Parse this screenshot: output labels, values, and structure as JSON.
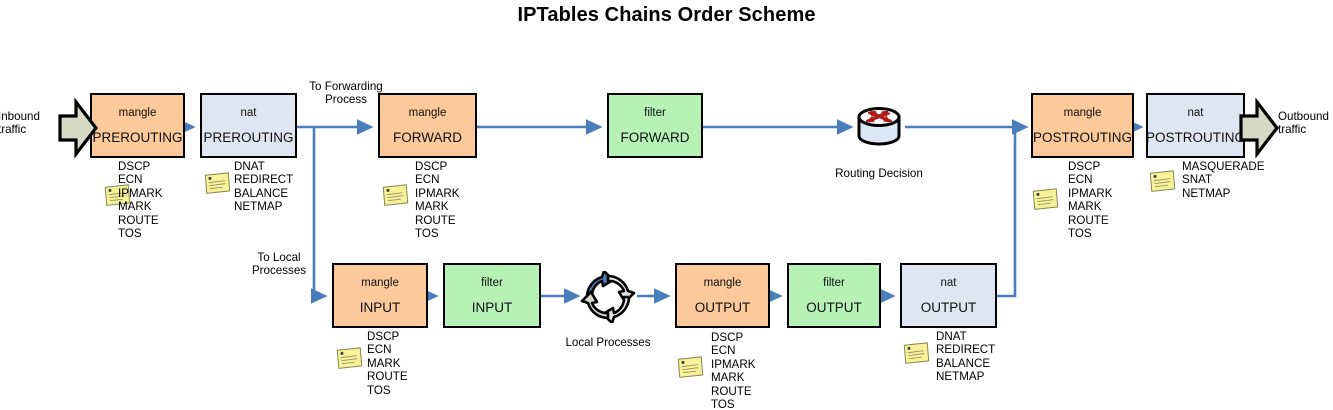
{
  "title": "IPTables Chains Order Scheme",
  "colors": {
    "mangle": "#fbc99a",
    "nat": "#dfe6f3",
    "filter": "#b6f2b6",
    "connector": "#4a7ebb",
    "border": "#000000",
    "fat_arrow_fill": "#d6d9c4",
    "sticky_note": "#f7f29a"
  },
  "endpoints": {
    "inbound": "Inbound\ntraffic",
    "outbound": "Outbound\ntraffic"
  },
  "edge_labels": {
    "to_forwarding": "To Forwarding\nProcess",
    "to_local": "To Local\nProcesses"
  },
  "icons": {
    "routing_decision": {
      "name": "routing-decision-icon",
      "label": "Routing Decision"
    },
    "local_processes": {
      "name": "local-processes-icon",
      "label": "Local Processes"
    }
  },
  "boxes": [
    {
      "id": "mangle-prerouting",
      "table": "mangle",
      "chain": "PREROUTING",
      "type": "mangle",
      "targets": [
        "DSCP",
        "ECN",
        "IPMARK",
        "MARK",
        "ROUTE",
        "TOS"
      ]
    },
    {
      "id": "nat-prerouting",
      "table": "nat",
      "chain": "PREROUTING",
      "type": "nat",
      "targets": [
        "DNAT",
        "REDIRECT",
        "BALANCE",
        "NETMAP"
      ]
    },
    {
      "id": "mangle-forward",
      "table": "mangle",
      "chain": "FORWARD",
      "type": "mangle",
      "targets": [
        "DSCP",
        "ECN",
        "IPMARK",
        "MARK",
        "ROUTE",
        "TOS"
      ]
    },
    {
      "id": "filter-forward",
      "table": "filter",
      "chain": "FORWARD",
      "type": "filter",
      "targets": []
    },
    {
      "id": "mangle-postrouting",
      "table": "mangle",
      "chain": "POSTROUTING",
      "type": "mangle",
      "targets": [
        "DSCP",
        "ECN",
        "IPMARK",
        "MARK",
        "ROUTE",
        "TOS"
      ]
    },
    {
      "id": "nat-postrouting",
      "table": "nat",
      "chain": "POSTROUTING",
      "type": "nat",
      "targets": [
        "MASQUERADE",
        "SNAT",
        "NETMAP"
      ]
    },
    {
      "id": "mangle-input",
      "table": "mangle",
      "chain": "INPUT",
      "type": "mangle",
      "targets": [
        "DSCP",
        "ECN",
        "MARK",
        "ROUTE",
        "TOS"
      ]
    },
    {
      "id": "filter-input",
      "table": "filter",
      "chain": "INPUT",
      "type": "filter",
      "targets": []
    },
    {
      "id": "mangle-output",
      "table": "mangle",
      "chain": "OUTPUT",
      "type": "mangle",
      "targets": [
        "DSCP",
        "ECN",
        "IPMARK",
        "MARK",
        "ROUTE",
        "TOS"
      ]
    },
    {
      "id": "filter-output",
      "table": "filter",
      "chain": "OUTPUT",
      "type": "filter",
      "targets": []
    },
    {
      "id": "nat-output",
      "table": "nat",
      "chain": "OUTPUT",
      "type": "nat",
      "targets": [
        "DNAT",
        "REDIRECT",
        "BALANCE",
        "NETMAP"
      ]
    }
  ],
  "notes": {
    "mangle_prerouting": "DSCP\nECN\nIPMARK\nMARK\nROUTE\nTOS",
    "nat_prerouting": "DNAT\nREDIRECT\nBALANCE\nNETMAP",
    "mangle_forward": "DSCP\nECN\nIPMARK\nMARK\nROUTE\nTOS",
    "mangle_postrouting": "DSCP\nECN\nIPMARK\nMARK\nROUTE\nTOS",
    "nat_postrouting": "MASQUERADE\nSNAT\nNETMAP",
    "mangle_input": "DSCP\nECN\nMARK\nROUTE\nTOS",
    "mangle_output": "DSCP\nECN\nIPMARK\nMARK\nROUTE\nTOS",
    "nat_output": "DNAT\nREDIRECT\nBALANCE\nNETMAP"
  }
}
